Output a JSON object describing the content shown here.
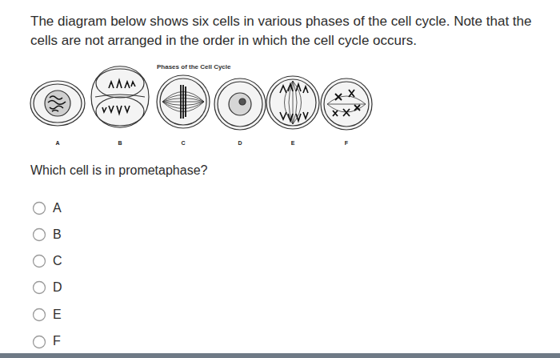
{
  "diagram": {
    "title": "Phases of the Cell Cycle",
    "nodes": [
      {
        "text": [
          "A"
        ]
      },
      {
        "text": [
          "B"
        ]
      },
      {
        "text": [
          "C"
        ]
      },
      {
        "text": [
          "D"
        ]
      },
      {
        "text": [
          "E"
        ]
      },
      {
        "text": [
          "F"
        ]
      }
    ],
    "labels": [
      "The diagram below shows six cells in various phases of the cell cycle. Note that the cells are not arranged in the order in which the cell cycle occurs.",
      "Which cell is in prometaphase?",
      "A",
      "B",
      "C",
      "D",
      "E",
      "F"
    ]
  }
}
